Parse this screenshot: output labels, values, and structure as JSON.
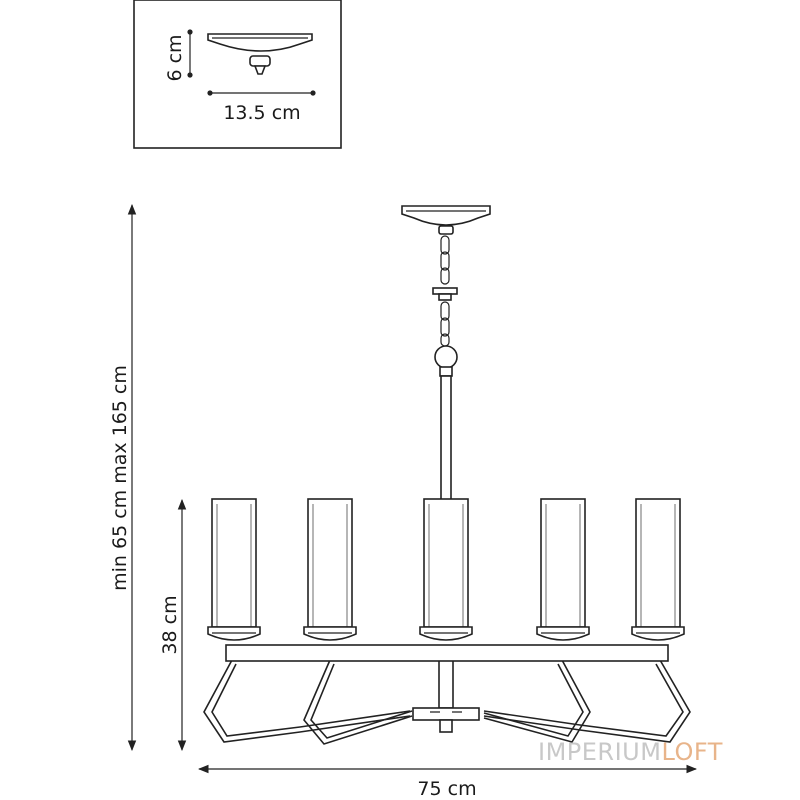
{
  "dimensions": {
    "inset_height": "6 cm",
    "inset_width": "13.5 cm",
    "overall_height": "min 65 cm max 165 cm",
    "body_height": "38 cm",
    "overall_width": "75 cm"
  },
  "watermark": {
    "part1": "IMPERIUM",
    "part2": "LOFT",
    "color1": "#c8c8c8",
    "color2": "#e8b48a"
  },
  "shade_count": 5
}
